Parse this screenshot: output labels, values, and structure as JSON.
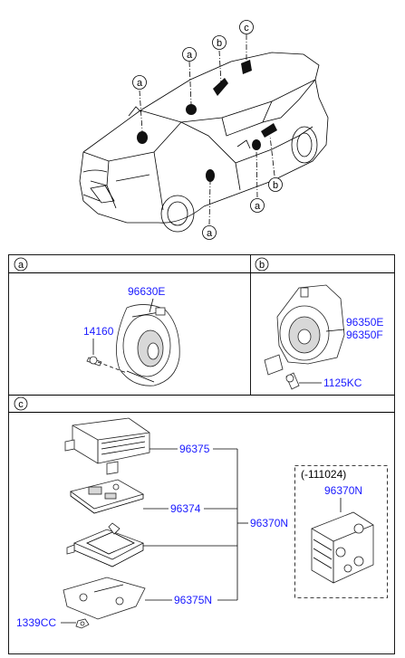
{
  "callouts": {
    "a": "a",
    "b": "b",
    "c": "c"
  },
  "section_a": {
    "header": "a",
    "part_main": "96630E",
    "part_screw": "14160"
  },
  "section_b": {
    "header": "b",
    "part_1": "96350E",
    "part_2": "96350F",
    "part_bolt": "1125KC"
  },
  "section_c": {
    "header": "c",
    "part_top": "96375",
    "part_board": "96374",
    "part_assy": "96370N",
    "part_bracket": "96375N",
    "part_nut": "1339CC",
    "alt_note": "(-111024)",
    "alt_part": "96370N"
  }
}
